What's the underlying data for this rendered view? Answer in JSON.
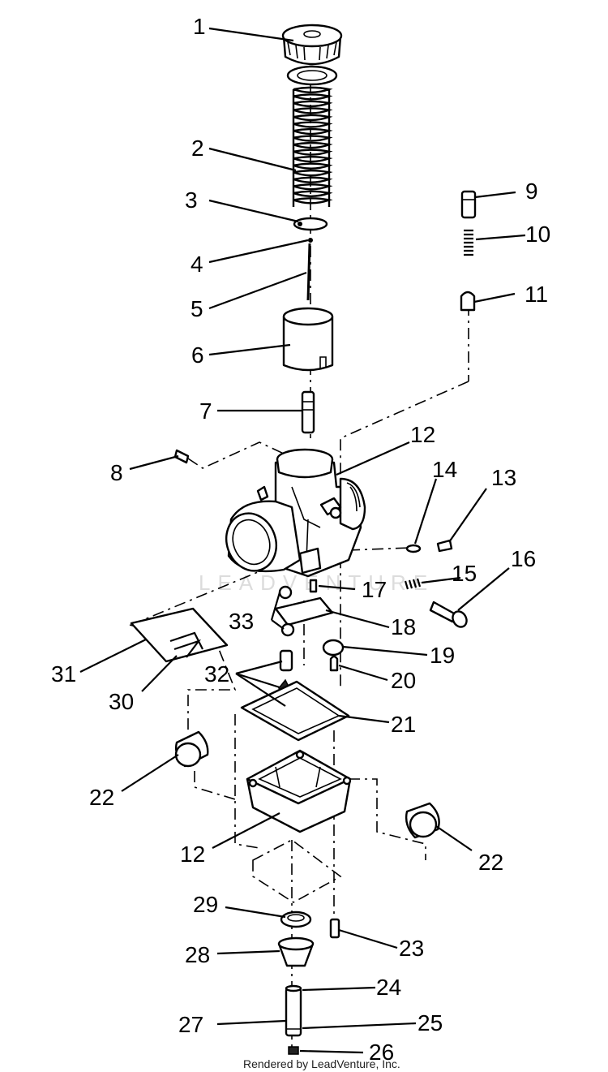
{
  "diagram": {
    "callouts": [
      {
        "id": "c1",
        "label": "1"
      },
      {
        "id": "c2",
        "label": "2"
      },
      {
        "id": "c3",
        "label": "3"
      },
      {
        "id": "c4",
        "label": "4"
      },
      {
        "id": "c5",
        "label": "5"
      },
      {
        "id": "c6",
        "label": "6"
      },
      {
        "id": "c7",
        "label": "7"
      },
      {
        "id": "c8",
        "label": "8"
      },
      {
        "id": "c9",
        "label": "9"
      },
      {
        "id": "c10",
        "label": "10"
      },
      {
        "id": "c11",
        "label": "11"
      },
      {
        "id": "c12a",
        "label": "12"
      },
      {
        "id": "c13",
        "label": "13"
      },
      {
        "id": "c14",
        "label": "14"
      },
      {
        "id": "c15",
        "label": "15"
      },
      {
        "id": "c16",
        "label": "16"
      },
      {
        "id": "c17",
        "label": "17"
      },
      {
        "id": "c18",
        "label": "18"
      },
      {
        "id": "c19",
        "label": "19"
      },
      {
        "id": "c20",
        "label": "20"
      },
      {
        "id": "c21",
        "label": "21"
      },
      {
        "id": "c22a",
        "label": "22"
      },
      {
        "id": "c22b",
        "label": "22"
      },
      {
        "id": "c12b",
        "label": "12"
      },
      {
        "id": "c23",
        "label": "23"
      },
      {
        "id": "c24",
        "label": "24"
      },
      {
        "id": "c25",
        "label": "25"
      },
      {
        "id": "c26",
        "label": "26"
      },
      {
        "id": "c27",
        "label": "27"
      },
      {
        "id": "c28",
        "label": "28"
      },
      {
        "id": "c29",
        "label": "29"
      },
      {
        "id": "c30",
        "label": "30"
      },
      {
        "id": "c31",
        "label": "31"
      },
      {
        "id": "c32",
        "label": "32"
      },
      {
        "id": "c33",
        "label": "33"
      }
    ]
  },
  "watermark": "LEADVENTURE",
  "footer": {
    "credit": "Rendered by LeadVenture, Inc."
  }
}
